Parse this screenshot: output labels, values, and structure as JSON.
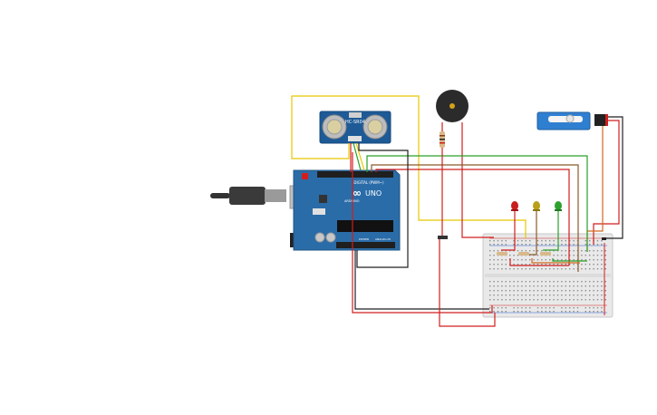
{
  "components": {
    "ultrasonic": {
      "label": "HC-SR04"
    },
    "arduino": {
      "brand_logo": "UNO",
      "brand_sub": "ARDUINO",
      "digital_label": "DIGITAL (PWM~)",
      "power_label": "POWER",
      "analog_label": "ANALOG IN"
    },
    "leds": [
      {
        "color": "#c81e1e"
      },
      {
        "color": "#b8a01a"
      },
      {
        "color": "#2ea02e"
      }
    ]
  },
  "colors": {
    "wire_yellow": "#e6c800",
    "wire_red": "#d21e1e",
    "wire_black": "#222222",
    "wire_green": "#2aa02a",
    "wire_orange": "#d2691e",
    "wire_brown": "#8b5a2b",
    "arduino_board": "#2a6ca8",
    "breadboard": "#e8e8e8",
    "servo": "#2f7fd1"
  }
}
